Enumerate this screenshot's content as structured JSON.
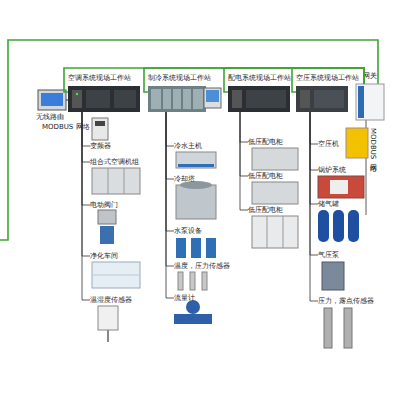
{
  "diagram": {
    "nodes": [
      {
        "text": [
          "空调系统现场工作站"
        ]
      },
      {
        "text": [
          "制冷系统现场工作站"
        ]
      },
      {
        "text": [
          "配电系统现场工作站"
        ]
      },
      {
        "text": [
          "空压系统现场工作站"
        ]
      },
      {
        "text": [
          "网关"
        ]
      },
      {
        "text": [
          "变频器"
        ]
      },
      {
        "text": [
          "组合式空调机组"
        ]
      },
      {
        "text": [
          "电动阀门"
        ]
      },
      {
        "text": [
          "净化车间"
        ]
      },
      {
        "text": [
          "温湿度传感器"
        ]
      },
      {
        "text": [
          "冷水主机"
        ]
      },
      {
        "text": [
          "冷却塔"
        ]
      },
      {
        "text": [
          "水泵设备"
        ]
      },
      {
        "text": [
          "温度，压力传感器"
        ]
      },
      {
        "text": [
          "流量计"
        ]
      },
      {
        "text": [
          "低压配电柜"
        ]
      },
      {
        "text": [
          "低压配电柜"
        ]
      },
      {
        "text": [
          "低压配电柜"
        ]
      },
      {
        "text": [
          "空压机"
        ]
      },
      {
        "text": [
          "锅炉系统"
        ]
      },
      {
        "text": [
          "储气罐"
        ]
      },
      {
        "text": [
          "气压泵"
        ]
      },
      {
        "text": [
          "压力，露点传感器"
        ]
      }
    ],
    "edges": [
      {
        "from": 0,
        "to": 4,
        "arrow": "none"
      },
      {
        "from": 1,
        "to": 4,
        "arrow": "none"
      },
      {
        "from": 2,
        "to": 4,
        "arrow": "none"
      },
      {
        "from": 3,
        "to": 4,
        "arrow": "none"
      },
      {
        "from": 0,
        "to": 5,
        "arrow": "none"
      },
      {
        "from": 0,
        "to": 6,
        "arrow": "none"
      },
      {
        "from": 0,
        "to": 7,
        "arrow": "none"
      },
      {
        "from": 0,
        "to": 8,
        "arrow": "none"
      },
      {
        "from": 0,
        "to": 9,
        "arrow": "none"
      },
      {
        "from": 1,
        "to": 10,
        "arrow": "none"
      },
      {
        "from": 1,
        "to": 11,
        "arrow": "none"
      },
      {
        "from": 1,
        "to": 12,
        "arrow": "none"
      },
      {
        "from": 1,
        "to": 13,
        "arrow": "none"
      },
      {
        "from": 1,
        "to": 14,
        "arrow": "none"
      },
      {
        "from": 2,
        "to": 15,
        "arrow": "none"
      },
      {
        "from": 2,
        "to": 16,
        "arrow": "none"
      },
      {
        "from": 2,
        "to": 17,
        "arrow": "none"
      },
      {
        "from": 3,
        "to": 18,
        "arrow": "none"
      },
      {
        "from": 3,
        "to": 19,
        "arrow": "none"
      },
      {
        "from": 3,
        "to": 20,
        "arrow": "none"
      },
      {
        "from": 3,
        "to": 21,
        "arrow": "none"
      },
      {
        "from": 3,
        "to": 22,
        "arrow": "none"
      }
    ],
    "labels": [
      "无线路由",
      "MODBUS 网络",
      "MODBUS网络"
    ]
  }
}
